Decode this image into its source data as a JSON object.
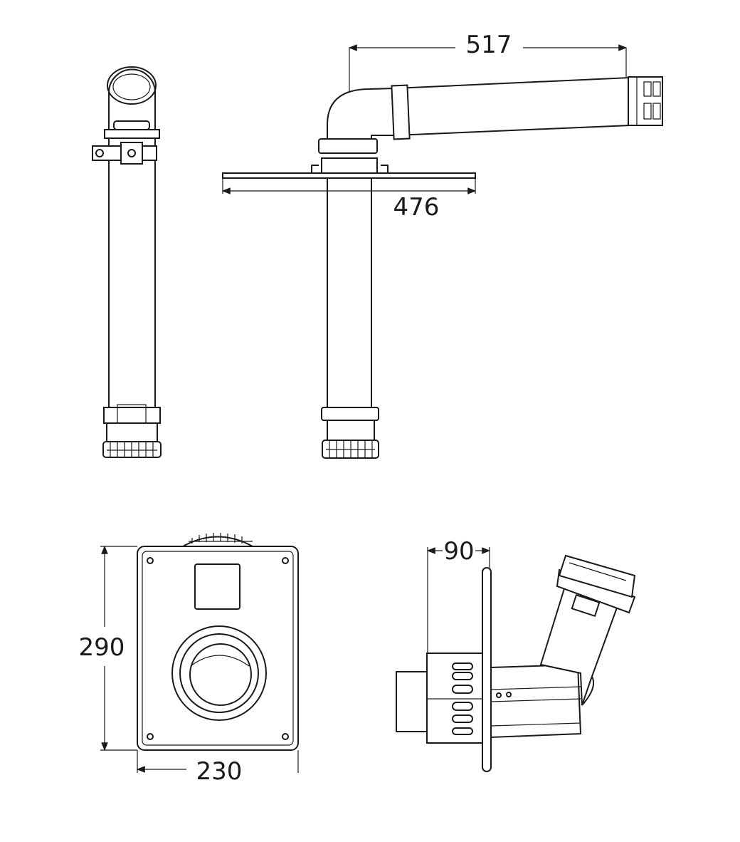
{
  "title": "Flue kit technical drawing",
  "dimensions": {
    "horizontal_pipe_length": "517",
    "plate_width_side": "476",
    "plate_height": "290",
    "plate_width_front": "230",
    "wall_depth": "90"
  },
  "colors": {
    "line": "#1a1a1a",
    "background": "#ffffff"
  }
}
